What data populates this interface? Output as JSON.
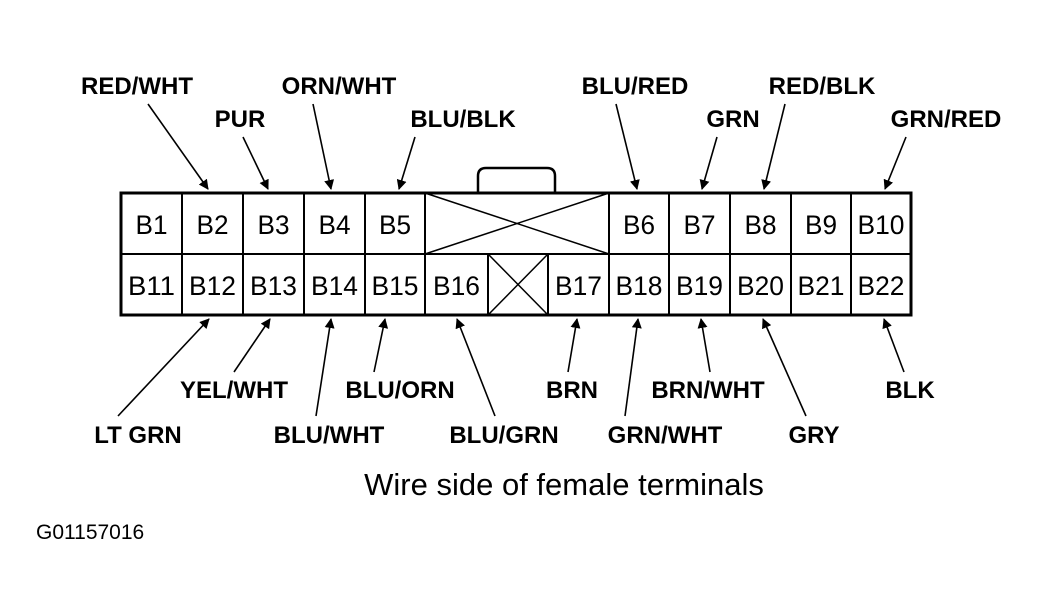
{
  "pins": [
    {
      "id": "B1",
      "wire": ""
    },
    {
      "id": "B2",
      "wire": "RED/WHT"
    },
    {
      "id": "B3",
      "wire": "PUR"
    },
    {
      "id": "B4",
      "wire": "ORN/WHT"
    },
    {
      "id": "B5",
      "wire": "BLU/BLK"
    },
    {
      "id": "B6",
      "wire": "BLU/RED"
    },
    {
      "id": "B7",
      "wire": "GRN"
    },
    {
      "id": "B8",
      "wire": "RED/BLK"
    },
    {
      "id": "B9",
      "wire": ""
    },
    {
      "id": "B10",
      "wire": "GRN/RED"
    },
    {
      "id": "B11",
      "wire": ""
    },
    {
      "id": "B12",
      "wire": "LT GRN"
    },
    {
      "id": "B13",
      "wire": "YEL/WHT"
    },
    {
      "id": "B14",
      "wire": "BLU/WHT"
    },
    {
      "id": "B15",
      "wire": "BLU/ORN"
    },
    {
      "id": "B16",
      "wire": "BLU/GRN"
    },
    {
      "id": "B17",
      "wire": "BRN"
    },
    {
      "id": "B18",
      "wire": "GRN/WHT"
    },
    {
      "id": "B19",
      "wire": "BRN/WHT"
    },
    {
      "id": "B20",
      "wire": "GRY"
    },
    {
      "id": "B21",
      "wire": ""
    },
    {
      "id": "B22",
      "wire": "BLK"
    }
  ],
  "caption": "Wire side of female terminals",
  "figure_id": "G01157016"
}
